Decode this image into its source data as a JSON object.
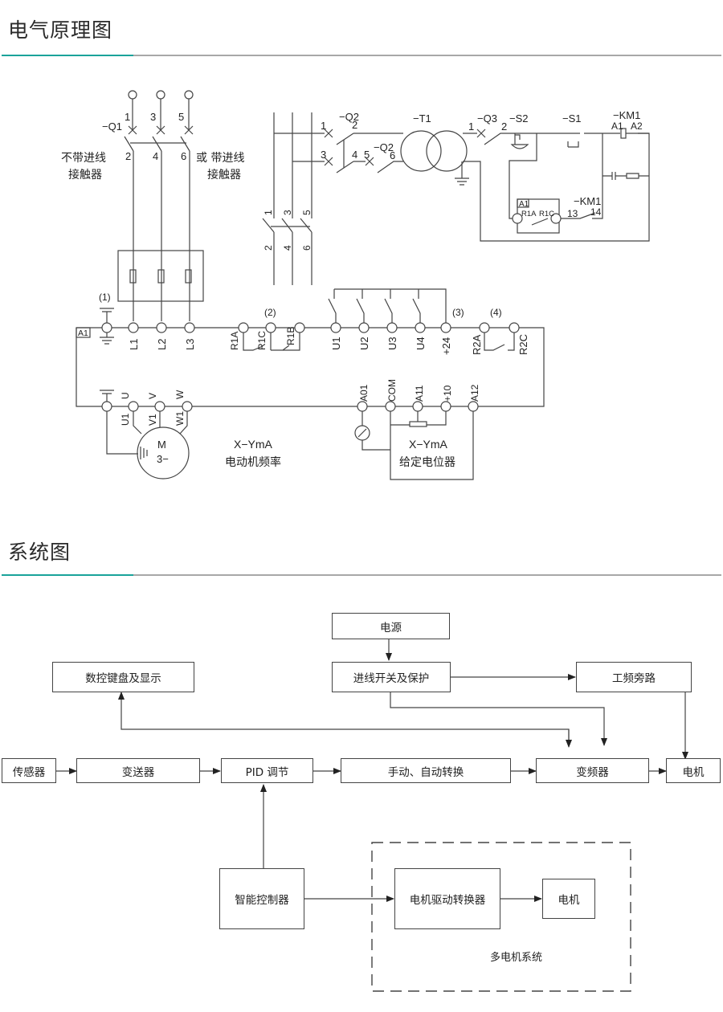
{
  "sections": {
    "schematic_title": "电气原理图",
    "system_title": "系统图"
  },
  "schematic": {
    "q1": {
      "name": "−Q1",
      "top_pins": [
        "1",
        "3",
        "5"
      ],
      "bottom_pins": [
        "2",
        "4",
        "6"
      ]
    },
    "note_left": [
      "不带进线",
      "接触器"
    ],
    "note_right": [
      "或 带进线",
      "接触器"
    ],
    "km_vertical": {
      "top_pins": [
        "1",
        "3",
        "5"
      ],
      "bottom_pins": [
        "2",
        "4",
        "6"
      ]
    },
    "q2": {
      "name": "−Q2",
      "name2": "−Q2",
      "pins": [
        "1",
        "2",
        "3",
        "4",
        "5",
        "6"
      ]
    },
    "t1": {
      "name": "−T1"
    },
    "q3": {
      "name": "−Q3",
      "pins": [
        "1",
        "2"
      ]
    },
    "s2": {
      "name": "−S2"
    },
    "s1": {
      "name": "−S1"
    },
    "km1": {
      "name": "−KM1",
      "coil_pins": [
        "A1",
        "A2"
      ],
      "contact_name": "−KM1",
      "contact_pins": [
        "13",
        "14"
      ]
    },
    "relay_box": {
      "label": "A1",
      "pins": [
        "R1A",
        "R1C"
      ]
    },
    "markers": [
      "(1)",
      "(2)",
      "(3)",
      "(4)"
    ],
    "drive_label": "A1",
    "top_terminals": [
      "L1",
      "L2",
      "L3",
      "R1A",
      "R1C",
      "R1B",
      "U1",
      "U2",
      "U3",
      "U4",
      "+24",
      "R2A",
      "R2C"
    ],
    "bottom_terminals": [
      "U",
      "V",
      "W",
      "A01",
      "COM",
      "A11",
      "+10",
      "A12"
    ],
    "motor": {
      "pins": [
        "U1",
        "V1",
        "W1"
      ],
      "label": "M",
      "sub": "3−"
    },
    "motor_caption": [
      "X−YmA",
      "电动机频率"
    ],
    "pot_caption": [
      "X−YmA",
      "给定电位器"
    ]
  },
  "system": {
    "blocks": {
      "power": "电源",
      "inlet": "进线开关及保护",
      "bypass": "工频旁路",
      "keypad": "数控键盘及显示",
      "sensor": "传感器",
      "transmitter": "变送器",
      "pid": "PID 调节",
      "manual_auto": "手动、自动转换",
      "vfd": "变频器",
      "motor": "电机",
      "controller": "智能控制器",
      "driver": "电机驱动转换器",
      "motor2": "电机"
    },
    "group_label": "多电机系统"
  }
}
